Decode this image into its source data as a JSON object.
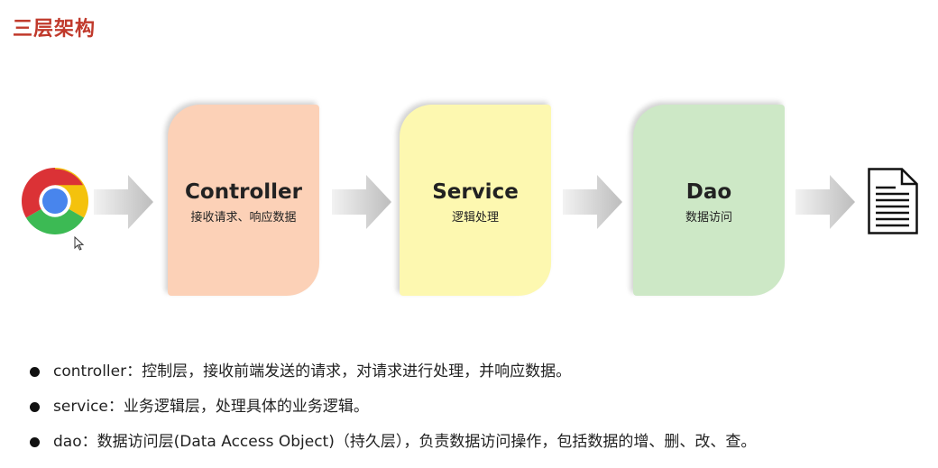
{
  "title": "三层架构",
  "icons": {
    "browser": "chrome-browser-icon",
    "cursor": "mouse-cursor-icon",
    "arrow": "right-arrow-icon",
    "document": "document-icon"
  },
  "boxes": [
    {
      "title": "Controller",
      "subtitle": "接收请求、响应数据",
      "color": "#fcd1b7"
    },
    {
      "title": "Service",
      "subtitle": "逻辑处理",
      "color": "#fdf8b0"
    },
    {
      "title": "Dao",
      "subtitle": "数据访问",
      "color": "#cde8c6"
    }
  ],
  "bullets": [
    "controller：控制层，接收前端发送的请求，对请求进行处理，并响应数据。",
    "service：业务逻辑层，处理具体的业务逻辑。",
    "dao：数据访问层(Data Access Object)（持久层），负责数据访问操作，包括数据的增、删、改、查。"
  ]
}
